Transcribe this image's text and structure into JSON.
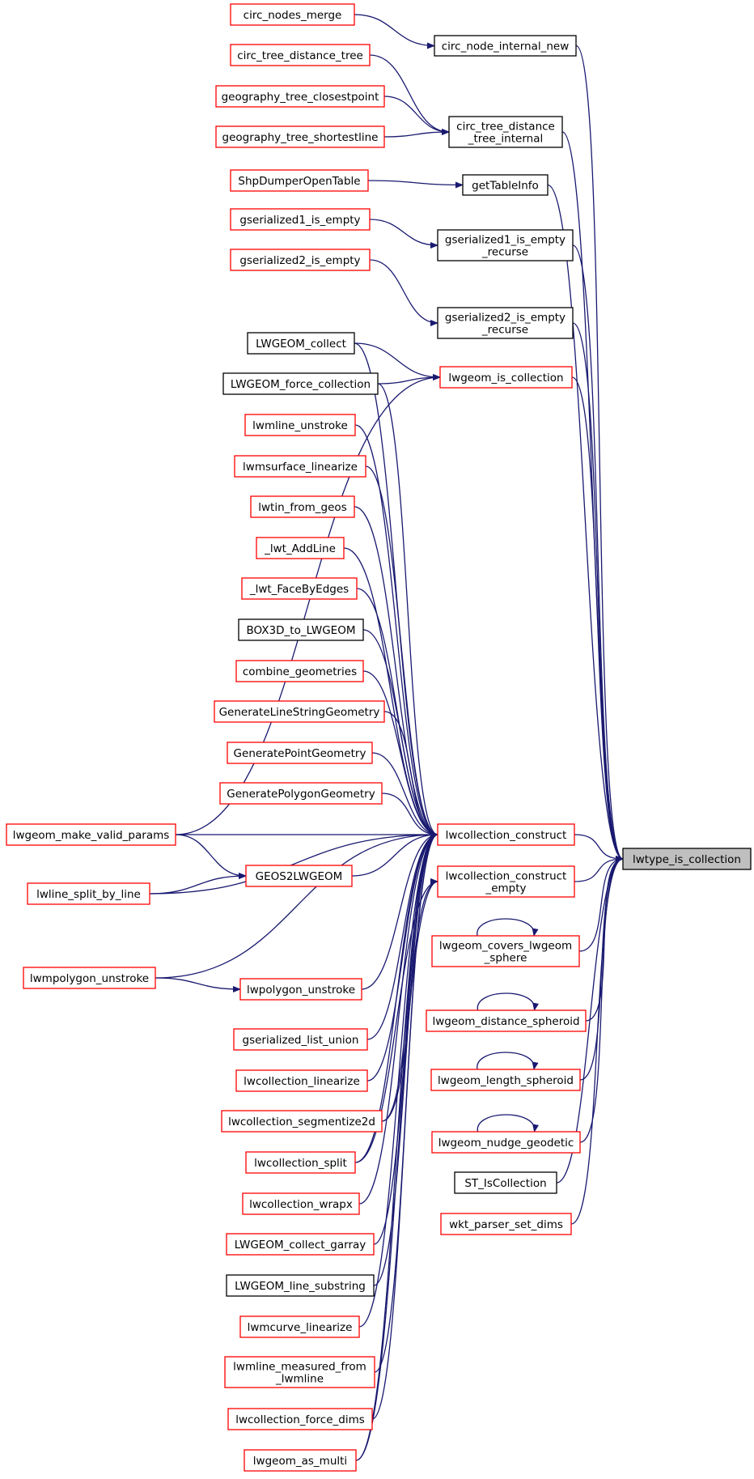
{
  "colors": {
    "edge": "#191970",
    "node_red": "#ff0000",
    "node_black": "#000000",
    "target_fill": "#bfbfbf"
  },
  "nodes": [
    {
      "id": "n_target",
      "lines": [
        "lwtype_is_collection"
      ],
      "style": "target"
    },
    {
      "id": "n_circ_nodes_merge",
      "lines": [
        "circ_nodes_merge"
      ],
      "style": "red"
    },
    {
      "id": "n_circ_node_internal_new",
      "lines": [
        "circ_node_internal_new"
      ],
      "style": "black"
    },
    {
      "id": "n_circ_tree_distance_tree",
      "lines": [
        "circ_tree_distance_tree"
      ],
      "style": "red"
    },
    {
      "id": "n_geography_tree_closestpoint",
      "lines": [
        "geography_tree_closestpoint"
      ],
      "style": "red"
    },
    {
      "id": "n_geography_tree_shortestline",
      "lines": [
        "geography_tree_shortestline"
      ],
      "style": "red"
    },
    {
      "id": "n_circ_tree_distance_tree_internal",
      "lines": [
        "circ_tree_distance",
        "_tree_internal"
      ],
      "style": "black"
    },
    {
      "id": "n_ShpDumperOpenTable",
      "lines": [
        "ShpDumperOpenTable"
      ],
      "style": "red"
    },
    {
      "id": "n_getTableInfo",
      "lines": [
        "getTableInfo"
      ],
      "style": "black"
    },
    {
      "id": "n_gserialized1_is_empty",
      "lines": [
        "gserialized1_is_empty"
      ],
      "style": "red"
    },
    {
      "id": "n_gserialized1_is_empty_recurse",
      "lines": [
        "gserialized1_is_empty",
        "_recurse"
      ],
      "style": "black"
    },
    {
      "id": "n_gserialized2_is_empty",
      "lines": [
        "gserialized2_is_empty"
      ],
      "style": "red"
    },
    {
      "id": "n_gserialized2_is_empty_recurse",
      "lines": [
        "gserialized2_is_empty",
        "_recurse"
      ],
      "style": "black"
    },
    {
      "id": "n_LWGEOM_collect",
      "lines": [
        "LWGEOM_collect"
      ],
      "style": "black"
    },
    {
      "id": "n_LWGEOM_force_collection",
      "lines": [
        "LWGEOM_force_collection"
      ],
      "style": "black"
    },
    {
      "id": "n_lwgeom_is_collection",
      "lines": [
        "lwgeom_is_collection"
      ],
      "style": "red"
    },
    {
      "id": "n_lwmline_unstroke",
      "lines": [
        "lwmline_unstroke"
      ],
      "style": "red"
    },
    {
      "id": "n_lwmsurface_linearize",
      "lines": [
        "lwmsurface_linearize"
      ],
      "style": "red"
    },
    {
      "id": "n_lwtin_from_geos",
      "lines": [
        "lwtin_from_geos"
      ],
      "style": "red"
    },
    {
      "id": "n_lwt_AddLine",
      "lines": [
        "_lwt_AddLine"
      ],
      "style": "red"
    },
    {
      "id": "n_lwt_FaceByEdges",
      "lines": [
        "_lwt_FaceByEdges"
      ],
      "style": "red"
    },
    {
      "id": "n_BOX3D_to_LWGEOM",
      "lines": [
        "BOX3D_to_LWGEOM"
      ],
      "style": "black"
    },
    {
      "id": "n_combine_geometries",
      "lines": [
        "combine_geometries"
      ],
      "style": "red"
    },
    {
      "id": "n_GenerateLineStringGeometry",
      "lines": [
        "GenerateLineStringGeometry"
      ],
      "style": "red"
    },
    {
      "id": "n_GeneratePointGeometry",
      "lines": [
        "GeneratePointGeometry"
      ],
      "style": "red"
    },
    {
      "id": "n_GeneratePolygonGeometry",
      "lines": [
        "GeneratePolygonGeometry"
      ],
      "style": "red"
    },
    {
      "id": "n_lwgeom_make_valid_params",
      "lines": [
        "lwgeom_make_valid_params"
      ],
      "style": "red"
    },
    {
      "id": "n_lwcollection_construct",
      "lines": [
        "lwcollection_construct"
      ],
      "style": "red"
    },
    {
      "id": "n_GEOS2LWGEOM",
      "lines": [
        "GEOS2LWGEOM"
      ],
      "style": "red"
    },
    {
      "id": "n_lwline_split_by_line",
      "lines": [
        "lwline_split_by_line"
      ],
      "style": "red"
    },
    {
      "id": "n_lwcollection_construct_empty",
      "lines": [
        "lwcollection_construct",
        "_empty"
      ],
      "style": "red"
    },
    {
      "id": "n_lwgeom_covers_lwgeom_sphere",
      "lines": [
        "lwgeom_covers_lwgeom",
        "_sphere"
      ],
      "style": "red"
    },
    {
      "id": "n_lwmpolygon_unstroke",
      "lines": [
        "lwmpolygon_unstroke"
      ],
      "style": "red"
    },
    {
      "id": "n_lwpolygon_unstroke",
      "lines": [
        "lwpolygon_unstroke"
      ],
      "style": "red"
    },
    {
      "id": "n_lwgeom_distance_spheroid",
      "lines": [
        "lwgeom_distance_spheroid"
      ],
      "style": "red"
    },
    {
      "id": "n_gserialized_list_union",
      "lines": [
        "gserialized_list_union"
      ],
      "style": "red"
    },
    {
      "id": "n_lwcollection_linearize",
      "lines": [
        "lwcollection_linearize"
      ],
      "style": "red"
    },
    {
      "id": "n_lwgeom_length_spheroid",
      "lines": [
        "lwgeom_length_spheroid"
      ],
      "style": "red"
    },
    {
      "id": "n_lwcollection_segmentize2d",
      "lines": [
        "lwcollection_segmentize2d"
      ],
      "style": "red"
    },
    {
      "id": "n_lwgeom_nudge_geodetic",
      "lines": [
        "lwgeom_nudge_geodetic"
      ],
      "style": "red"
    },
    {
      "id": "n_lwcollection_split",
      "lines": [
        "lwcollection_split"
      ],
      "style": "red"
    },
    {
      "id": "n_ST_IsCollection",
      "lines": [
        "ST_IsCollection"
      ],
      "style": "black"
    },
    {
      "id": "n_lwcollection_wrapx",
      "lines": [
        "lwcollection_wrapx"
      ],
      "style": "red"
    },
    {
      "id": "n_wkt_parser_set_dims",
      "lines": [
        "wkt_parser_set_dims"
      ],
      "style": "red"
    },
    {
      "id": "n_LWGEOM_collect_garray",
      "lines": [
        "LWGEOM_collect_garray"
      ],
      "style": "red"
    },
    {
      "id": "n_LWGEOM_line_substring",
      "lines": [
        "LWGEOM_line_substring"
      ],
      "style": "black"
    },
    {
      "id": "n_lwmcurve_linearize",
      "lines": [
        "lwmcurve_linearize"
      ],
      "style": "red"
    },
    {
      "id": "n_lwmline_measured_from_lwmline",
      "lines": [
        "lwmline_measured_from",
        "_lwmline"
      ],
      "style": "red"
    },
    {
      "id": "n_lwcollection_force_dims",
      "lines": [
        "lwcollection_force_dims"
      ],
      "style": "red"
    },
    {
      "id": "n_lwgeom_as_multi",
      "lines": [
        "lwgeom_as_multi"
      ],
      "style": "red"
    }
  ],
  "edges": [
    {
      "from": "n_circ_nodes_merge",
      "to": "n_circ_node_internal_new"
    },
    {
      "from": "n_circ_tree_distance_tree",
      "to": "n_circ_tree_distance_tree_internal"
    },
    {
      "from": "n_geography_tree_closestpoint",
      "to": "n_circ_tree_distance_tree_internal"
    },
    {
      "from": "n_geography_tree_shortestline",
      "to": "n_circ_tree_distance_tree_internal"
    },
    {
      "from": "n_ShpDumperOpenTable",
      "to": "n_getTableInfo"
    },
    {
      "from": "n_gserialized1_is_empty",
      "to": "n_gserialized1_is_empty_recurse"
    },
    {
      "from": "n_gserialized2_is_empty",
      "to": "n_gserialized2_is_empty_recurse"
    },
    {
      "from": "n_LWGEOM_collect",
      "to": "n_lwgeom_is_collection"
    },
    {
      "from": "n_LWGEOM_force_collection",
      "to": "n_lwgeom_is_collection"
    },
    {
      "from": "n_lwgeom_make_valid_params",
      "to": "n_lwgeom_is_collection"
    },
    {
      "from": "n_lwgeom_make_valid_params",
      "to": "n_lwcollection_construct"
    },
    {
      "from": "n_lwgeom_make_valid_params",
      "to": "n_GEOS2LWGEOM"
    },
    {
      "from": "n_lwline_split_by_line",
      "to": "n_GEOS2LWGEOM"
    },
    {
      "from": "n_lwline_split_by_line",
      "to": "n_lwcollection_construct"
    },
    {
      "from": "n_lwmpolygon_unstroke",
      "to": "n_lwpolygon_unstroke"
    },
    {
      "from": "n_lwmpolygon_unstroke",
      "to": "n_lwcollection_construct"
    },
    {
      "from": "n_GEOS2LWGEOM",
      "to": "n_lwcollection_construct"
    },
    {
      "from": "n_LWGEOM_collect",
      "to": "n_lwcollection_construct"
    },
    {
      "from": "n_LWGEOM_force_collection",
      "to": "n_lwcollection_construct"
    },
    {
      "from": "n_lwmline_unstroke",
      "to": "n_lwcollection_construct"
    },
    {
      "from": "n_lwmsurface_linearize",
      "to": "n_lwcollection_construct"
    },
    {
      "from": "n_lwtin_from_geos",
      "to": "n_lwcollection_construct"
    },
    {
      "from": "n_lwt_AddLine",
      "to": "n_lwcollection_construct"
    },
    {
      "from": "n_lwt_FaceByEdges",
      "to": "n_lwcollection_construct"
    },
    {
      "from": "n_BOX3D_to_LWGEOM",
      "to": "n_lwcollection_construct"
    },
    {
      "from": "n_combine_geometries",
      "to": "n_lwcollection_construct"
    },
    {
      "from": "n_GenerateLineStringGeometry",
      "to": "n_lwcollection_construct"
    },
    {
      "from": "n_GeneratePointGeometry",
      "to": "n_lwcollection_construct"
    },
    {
      "from": "n_GeneratePolygonGeometry",
      "to": "n_lwcollection_construct"
    },
    {
      "from": "n_lwpolygon_unstroke",
      "to": "n_lwcollection_construct"
    },
    {
      "from": "n_gserialized_list_union",
      "to": "n_lwcollection_construct"
    },
    {
      "from": "n_lwcollection_linearize",
      "to": "n_lwcollection_construct"
    },
    {
      "from": "n_lwcollection_segmentize2d",
      "to": "n_lwcollection_construct"
    },
    {
      "from": "n_lwcollection_split",
      "to": "n_lwcollection_construct"
    },
    {
      "from": "n_lwcollection_wrapx",
      "to": "n_lwcollection_construct"
    },
    {
      "from": "n_LWGEOM_collect_garray",
      "to": "n_lwcollection_construct"
    },
    {
      "from": "n_LWGEOM_line_substring",
      "to": "n_lwcollection_construct"
    },
    {
      "from": "n_lwmcurve_linearize",
      "to": "n_lwcollection_construct"
    },
    {
      "from": "n_lwmline_measured_from_lwmline",
      "to": "n_lwcollection_construct"
    },
    {
      "from": "n_lwcollection_force_dims",
      "to": "n_lwcollection_construct"
    },
    {
      "from": "n_lwgeom_as_multi",
      "to": "n_lwcollection_construct"
    },
    {
      "from": "n_lwcollection_segmentize2d",
      "to": "n_lwcollection_construct_empty"
    },
    {
      "from": "n_lwcollection_split",
      "to": "n_lwcollection_construct_empty"
    },
    {
      "from": "n_lwgeom_as_multi",
      "to": "n_lwcollection_construct_empty"
    },
    {
      "from": "n_lwgeom_covers_lwgeom_sphere",
      "to": "n_lwgeom_covers_lwgeom_sphere"
    },
    {
      "from": "n_lwgeom_distance_spheroid",
      "to": "n_lwgeom_distance_spheroid"
    },
    {
      "from": "n_lwgeom_length_spheroid",
      "to": "n_lwgeom_length_spheroid"
    },
    {
      "from": "n_lwgeom_nudge_geodetic",
      "to": "n_lwgeom_nudge_geodetic"
    },
    {
      "from": "n_circ_node_internal_new",
      "to": "n_target"
    },
    {
      "from": "n_circ_tree_distance_tree_internal",
      "to": "n_target"
    },
    {
      "from": "n_getTableInfo",
      "to": "n_target"
    },
    {
      "from": "n_gserialized1_is_empty_recurse",
      "to": "n_target"
    },
    {
      "from": "n_gserialized2_is_empty_recurse",
      "to": "n_target"
    },
    {
      "from": "n_lwgeom_is_collection",
      "to": "n_target"
    },
    {
      "from": "n_lwcollection_construct",
      "to": "n_target"
    },
    {
      "from": "n_lwcollection_construct_empty",
      "to": "n_target"
    },
    {
      "from": "n_lwgeom_covers_lwgeom_sphere",
      "to": "n_target"
    },
    {
      "from": "n_lwgeom_distance_spheroid",
      "to": "n_target"
    },
    {
      "from": "n_lwgeom_length_spheroid",
      "to": "n_target"
    },
    {
      "from": "n_lwgeom_nudge_geodetic",
      "to": "n_target"
    },
    {
      "from": "n_ST_IsCollection",
      "to": "n_target"
    },
    {
      "from": "n_wkt_parser_set_dims",
      "to": "n_target"
    }
  ]
}
